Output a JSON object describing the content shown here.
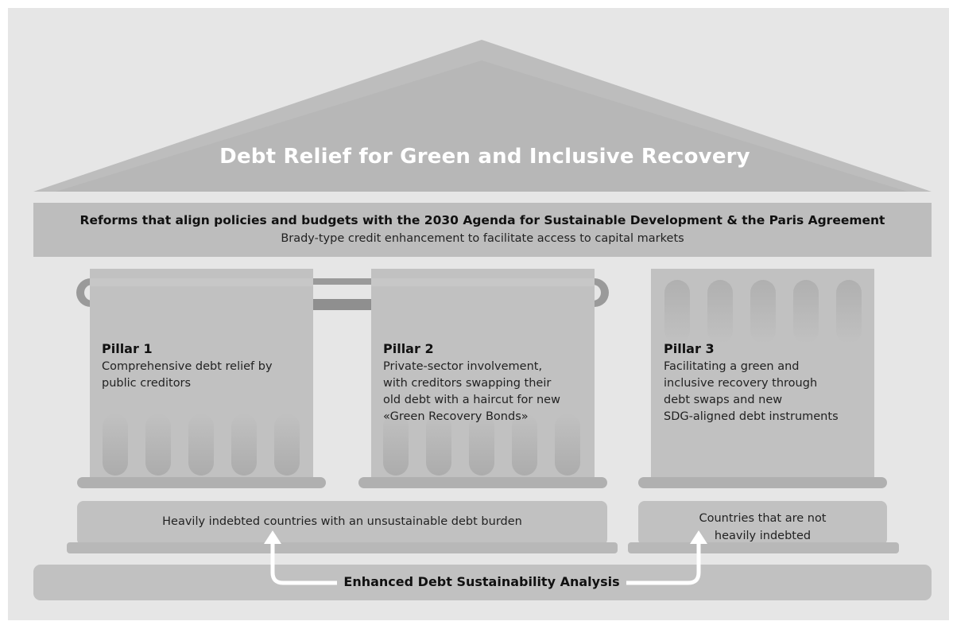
{
  "title": "Debt Relief for Green and Inclusive Recovery",
  "beam": {
    "title": "Reforms that align policies and budgets with the 2030 Agenda for Sustainable Development & the Paris Agreement",
    "subtitle": "Brady-type credit enhancement to facilitate access to capital markets"
  },
  "pillars": [
    {
      "heading": "Pillar 1",
      "lines": [
        "Comprehensive debt relief by",
        "public creditors"
      ]
    },
    {
      "heading": "Pillar 2",
      "lines": [
        "Private-sector involvement,",
        "with creditors swapping their",
        "old debt with a haircut for new",
        "«Green Recovery Bonds»"
      ]
    },
    {
      "heading": "Pillar 3",
      "lines": [
        "Facilitating a green and",
        "inclusive recovery through",
        "debt swaps and new",
        "SDG-aligned debt instruments"
      ]
    }
  ],
  "bases": {
    "left": "Heavily indebted countries with an unsustainable debt burden",
    "right_lines": [
      "Countries that are not",
      "heavily indebted"
    ]
  },
  "foundation": "Enhanced Debt Sustainability Analysis",
  "colors": {
    "background": "#e6e6e6",
    "roof": "#bdbdbd",
    "pillar": "#c1c1c1",
    "flute": "#b3b3b3",
    "link": "#9a9a9a",
    "arrow": "#ffffff"
  }
}
